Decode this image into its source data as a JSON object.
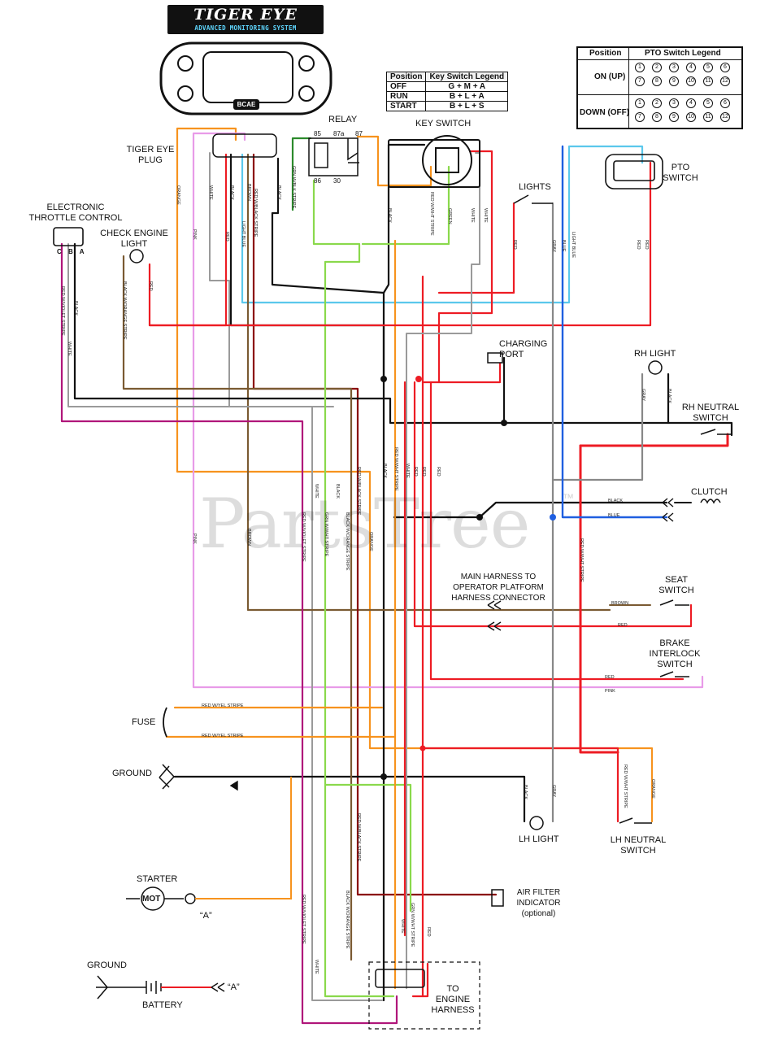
{
  "brand": {
    "title": "TIGER EYE",
    "subtitle": "ADVANCED MONITORING SYSTEM",
    "module_badge": "BCAE"
  },
  "watermark": {
    "text": "PartsTree",
    "mark": "™"
  },
  "key_switch_legend": {
    "headers": [
      "Position",
      "Key Switch Legend"
    ],
    "rows": [
      {
        "position": "OFF",
        "connection": "G + M + A"
      },
      {
        "position": "RUN",
        "connection": "B + L + A"
      },
      {
        "position": "START",
        "connection": "B + L + S"
      }
    ]
  },
  "pto_switch_legend": {
    "headers": [
      "Position",
      "PTO Switch Legend"
    ],
    "rows": [
      {
        "position": "ON (UP)",
        "pins_top": [
          "1",
          "2",
          "3",
          "4",
          "5",
          "6"
        ],
        "pins_bottom": [
          "7",
          "8",
          "9",
          "10",
          "11",
          "12"
        ]
      },
      {
        "position": "DOWN (OFF)",
        "pins_top": [
          "1",
          "2",
          "3",
          "4",
          "5",
          "6"
        ],
        "pins_bottom": [
          "7",
          "8",
          "9",
          "10",
          "11",
          "12"
        ]
      }
    ]
  },
  "components": {
    "tiger_eye_plug": "TIGER EYE\nPLUG",
    "relay": "RELAY",
    "relay_pins": [
      "85",
      "87a",
      "87",
      "86",
      "30"
    ],
    "key_switch": "KEY SWITCH",
    "pto_switch": "PTO\nSWITCH",
    "lights": "LIGHTS",
    "electronic_throttle": "ELECTRONIC\nTHROTTLE CONTROL",
    "throttle_pins": "C B A",
    "check_engine_light": "CHECK ENGINE\nLIGHT",
    "charging_port": "CHARGING\nPORT",
    "rh_light": "RH LIGHT",
    "rh_neutral_switch": "RH NEUTRAL\nSWITCH",
    "clutch": "CLUTCH",
    "main_harness": "MAIN HARNESS TO\nOPERATOR PLATFORM\nHARNESS CONNECTOR",
    "seat_switch": "SEAT\nSWITCH",
    "brake_interlock": "BRAKE\nINTERLOCK\nSWITCH",
    "fuse": "FUSE",
    "ground1": "GROUND",
    "lh_light": "LH LIGHT",
    "lh_neutral_switch": "LH NEUTRAL\nSWITCH",
    "air_filter": "AIR FILTER\nINDICATOR\n(optional)",
    "starter": "STARTER",
    "starter_mot": "MOT",
    "starter_a": "“A”",
    "ground2": "GROUND",
    "battery": "BATTERY",
    "battery_a": "“A”",
    "engine_harness": "TO\nENGINE\nHARNESS"
  },
  "wire_labels": {
    "orange": "ORANGE",
    "white": "WHITE",
    "black": "BLACK",
    "brown": "BROWN",
    "red": "RED",
    "light_blue": "LIGHT BLUE",
    "red_black": "RED W/BLACK STRIPE",
    "grn_blk": "GRN W/BLK STRIPE",
    "red_wht": "RED W/WHT STRIPE",
    "green": "GREEN",
    "pink": "PINK",
    "red_violet": "RED W/VIOLET STRIPE",
    "black_orange": "BLACK W/ORANGE STRIPE",
    "gray": "GRAY",
    "blue": "BLUE",
    "grn_wht": "GRN W/WHT STRIPE",
    "red_yel": "RED W/YEL STRIPE",
    "blk_org": "BLACK W/ORANGE STRIPE"
  },
  "colors": {
    "orange": "#f7931e",
    "black": "#111111",
    "white_wire": "#9a9a9a",
    "brown": "#7a5a32",
    "red": "#ed1c24",
    "light_blue": "#5bc8ec",
    "blue": "#1f5fe0",
    "green": "#8ad94c",
    "dark_green": "#2c8a2c",
    "pink": "#e89be8",
    "magenta": "#b0167a",
    "gray": "#888888",
    "dark_red": "#8b0a0a"
  }
}
